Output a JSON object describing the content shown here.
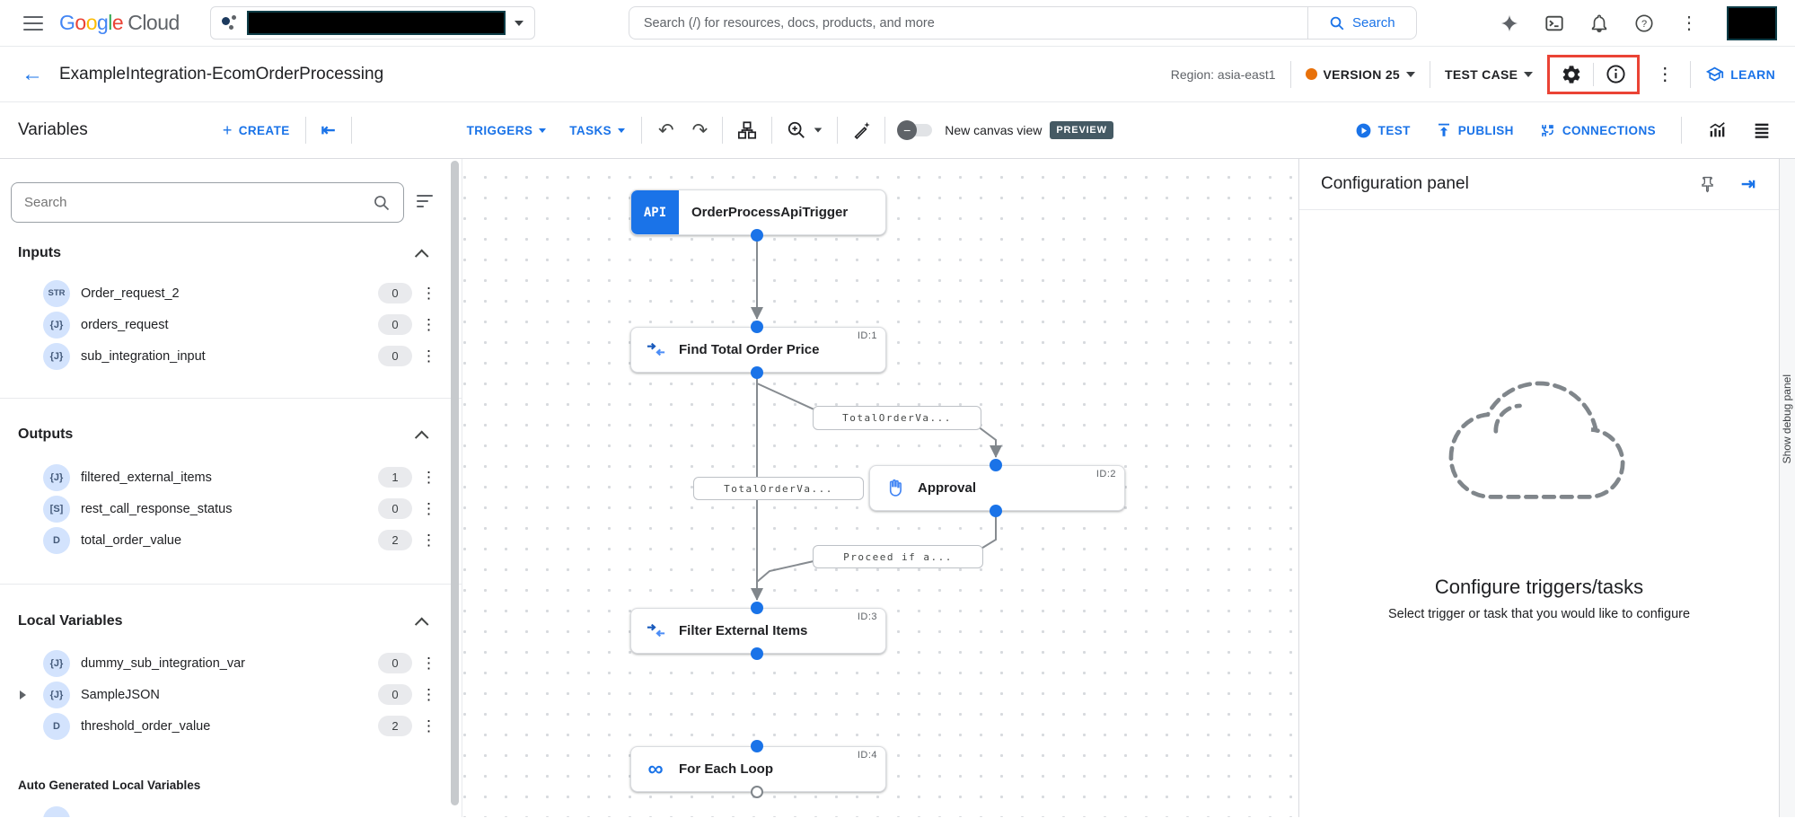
{
  "topbar": {
    "logo": {
      "letters": [
        "G",
        "o",
        "o",
        "g",
        "l",
        "e"
      ],
      "cloud": "Cloud"
    },
    "search_placeholder": "Search (/) for resources, docs, products, and more",
    "search_button_label": "Search"
  },
  "header": {
    "title": "ExampleIntegration-EcomOrderProcessing",
    "region": "Region: asia-east1",
    "version": "VERSION 25",
    "test_case": "TEST CASE",
    "learn": "LEARN"
  },
  "toolbar": {
    "panel_title": "Variables",
    "create": "CREATE",
    "triggers": "TRIGGERS",
    "tasks": "TASKS",
    "new_canvas_view": "New canvas view",
    "preview": "PREVIEW",
    "test": "TEST",
    "publish": "PUBLISH",
    "connections": "CONNECTIONS"
  },
  "sidebar": {
    "search_placeholder": "Search",
    "sections": [
      {
        "title": "Inputs",
        "items": [
          {
            "type": "STR",
            "name": "Order_request_2",
            "count": "0"
          },
          {
            "type": "{J}",
            "name": "orders_request",
            "count": "0"
          },
          {
            "type": "{J}",
            "name": "sub_integration_input",
            "count": "0"
          }
        ]
      },
      {
        "title": "Outputs",
        "items": [
          {
            "type": "{J}",
            "name": "filtered_external_items",
            "count": "1"
          },
          {
            "type": "[S]",
            "name": "rest_call_response_status",
            "count": "0"
          },
          {
            "type": "D",
            "name": "total_order_value",
            "count": "2"
          }
        ]
      },
      {
        "title": "Local Variables",
        "items": [
          {
            "type": "{J}",
            "name": "dummy_sub_integration_var",
            "count": "0"
          },
          {
            "type": "{J}",
            "name": "SampleJSON",
            "count": "0"
          },
          {
            "type": "D",
            "name": "threshold_order_value",
            "count": "2"
          }
        ]
      }
    ],
    "auto_generated_title": "Auto Generated Local Variables"
  },
  "canvas": {
    "nodes": {
      "trigger": {
        "badge": "API",
        "title": "OrderProcessApiTrigger"
      },
      "find_total": {
        "id": "ID:1",
        "title": "Find Total Order Price"
      },
      "approval": {
        "id": "ID:2",
        "title": "Approval"
      },
      "filter_items": {
        "id": "ID:3",
        "title": "Filter External Items"
      },
      "for_each": {
        "id": "ID:4",
        "title": "For Each Loop"
      }
    },
    "edge_labels": {
      "to_approval": "TotalOrderVa...",
      "to_filter": "TotalOrderVa...",
      "from_approval": "Proceed if a..."
    }
  },
  "config_panel": {
    "title": "Configuration panel",
    "empty_state_title": "Configure triggers/tasks",
    "empty_state_subtitle": "Select trigger or task that you would like to configure"
  },
  "debug": {
    "show_label": "Show debug panel"
  },
  "colors": {
    "accent": "#1a73e8",
    "version_dot": "#e8710a",
    "highlight_box": "#ea4335",
    "preview_badge_bg": "#455a64"
  }
}
